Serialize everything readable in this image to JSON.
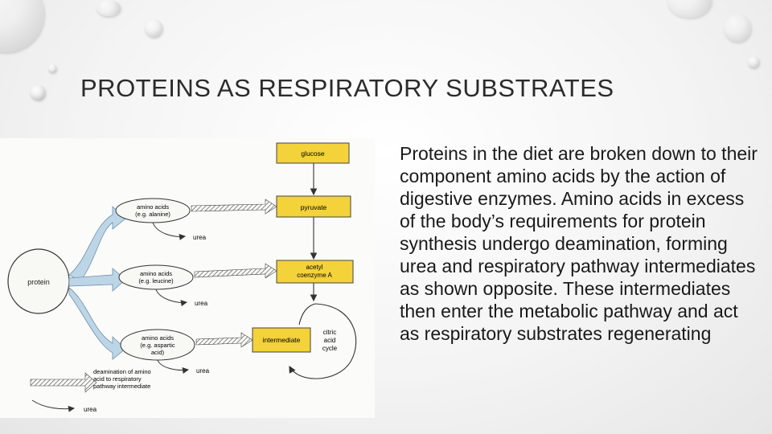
{
  "slide": {
    "title": "PROTEINS AS RESPIRATORY SUBSTRATES",
    "body": "Proteins in the diet are broken down to their component amino acids by the action of digestive enzymes. Amino acids in excess of the body’s requirements for protein synthesis undergo deamination, forming urea and respiratory pathway intermediates as shown opposite. These intermediates then enter the metabolic pathway and act as respiratory substrates regenerating"
  },
  "diagram": {
    "protein": "protein",
    "glucose": "glucose",
    "pyruvate": "pyruvate",
    "acetyl": [
      "acetyl",
      "coenzyme A"
    ],
    "intermediate": "intermediate",
    "citric": [
      "citric",
      "acid",
      "cycle"
    ],
    "amino1": [
      "amino acids",
      "(e.g. alanine)"
    ],
    "amino2": [
      "amino acids",
      "(e.g. leucine)"
    ],
    "amino3": [
      "amino acids",
      "(e.g. aspartic",
      "acid)"
    ],
    "urea1": "urea",
    "urea2": "urea",
    "urea3": "urea",
    "legend": [
      "deamination of amino",
      "acid to respiratory",
      "pathway intermediate"
    ],
    "legend_urea": "urea",
    "colors": {
      "box_yellow": "#f3d23a",
      "arrow_blue": "#bcd6e8",
      "hatch": "#6a6a6a"
    }
  }
}
